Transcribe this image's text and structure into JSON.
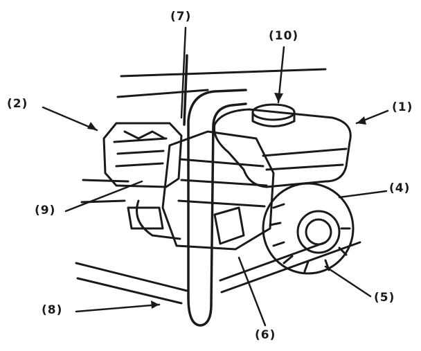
{
  "callouts": {
    "c1": "(1)",
    "c2": "(2)",
    "c4": "(4)",
    "c5": "(5)",
    "c6": "(6)",
    "c7": "(7)",
    "c8": "(8)",
    "c9": "(9)",
    "c10": "(10)"
  },
  "colors": {
    "ink": "#1a1a1a",
    "paper": "#ffffff"
  }
}
